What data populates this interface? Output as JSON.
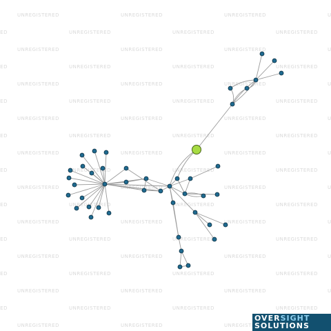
{
  "watermark": {
    "text": "UNREGISTERED"
  },
  "logo": {
    "line1_part1": "OVER",
    "line1_part2": "SIGHT",
    "line2": "SOLUTIONS"
  },
  "colors": {
    "node": "#1f6a8f",
    "focus_node": "#a7dc43",
    "edge": "#9a9a9a",
    "watermark": "#d9d9d9",
    "logo_bg": "#12506f",
    "logo_accent": "#8ed0f0"
  }
}
